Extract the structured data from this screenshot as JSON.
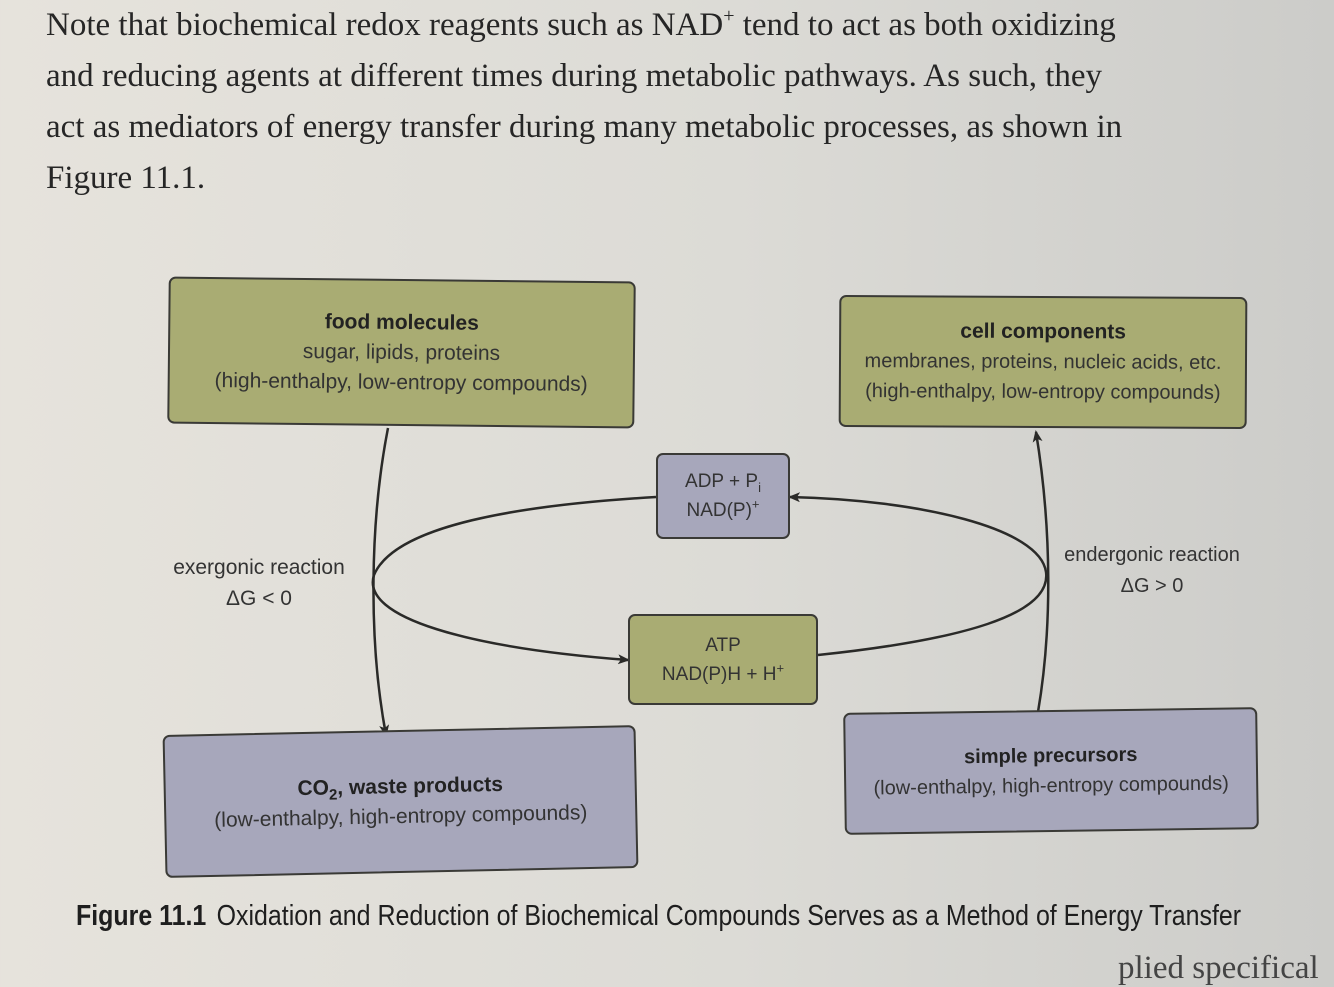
{
  "paragraph": {
    "line1_a": "Note that biochemical redox reagents such as NAD",
    "line1_sup": "+",
    "line1_b": " tend to act as both oxidizing",
    "line2": "and reducing agents at different times during metabolic pathways. As such, they",
    "line3": "act as mediators of energy transfer during many metabolic processes, as shown in",
    "line4": "Figure 11.1."
  },
  "diagram": {
    "food_molecules": {
      "title": "food molecules",
      "line2": "sugar, lipids, proteins",
      "line3": "(high-enthalpy, low-entropy compounds)"
    },
    "cell_components": {
      "title": "cell components",
      "line2": "membranes, proteins, nucleic acids, etc.",
      "line3": "(high-enthalpy, low-entropy compounds)"
    },
    "waste": {
      "title_a": "CO",
      "title_sub": "2",
      "title_b": ", waste products",
      "line2": "(low-enthalpy, high-entropy compounds)"
    },
    "simple_precursors": {
      "title": "simple precursors",
      "line2": "(low-enthalpy, high-entropy compounds)"
    },
    "adp_box": {
      "line1_a": "ADP + P",
      "line1_sub": "i",
      "line2_a": "NAD(P)",
      "line2_sup": "+"
    },
    "atp_box": {
      "line1": "ATP",
      "line2_a": "NAD(P)H + H",
      "line2_sup": "+"
    },
    "exergonic": {
      "line1": "exergonic reaction",
      "line2": "ΔG < 0"
    },
    "endergonic": {
      "line1": "endergonic reaction",
      "line2": "ΔG > 0"
    },
    "colors": {
      "green_box": "#a9ac73",
      "purple_box": "#a7a7bb",
      "line": "#2a2a28"
    }
  },
  "caption": {
    "figure_number": "Figure 11.1",
    "text": "Oxidation and Reduction of Biochemical Compounds Serves as a Method of Energy Transfer"
  },
  "bottom_fragment": "plied specifical"
}
